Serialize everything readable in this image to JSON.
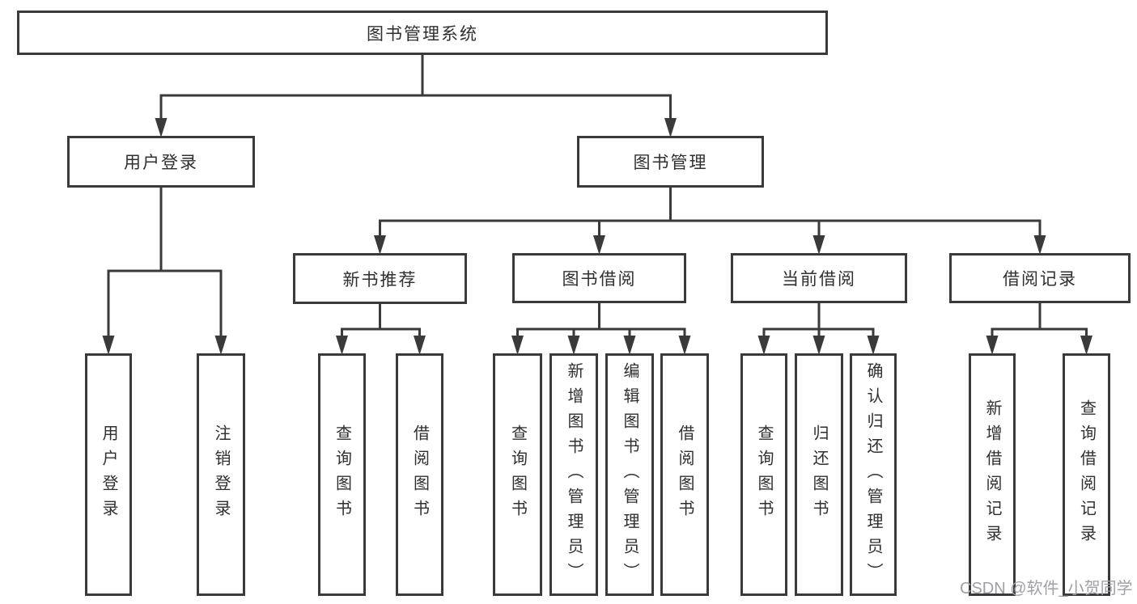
{
  "diagram": {
    "title": "图书管理系统",
    "nodes": [
      {
        "id": "root",
        "label": "图书管理系统"
      },
      {
        "id": "user-login",
        "label": "用户登录"
      },
      {
        "id": "book-mgmt",
        "label": "图书管理"
      },
      {
        "id": "new-book-rec",
        "label": "新书推荐"
      },
      {
        "id": "book-borrow",
        "label": "图书借阅"
      },
      {
        "id": "current-borrow",
        "label": "当前借阅"
      },
      {
        "id": "borrow-records",
        "label": "借阅记录"
      },
      {
        "id": "leaf-user-login",
        "label": "用户登录"
      },
      {
        "id": "leaf-logout",
        "label": "注销登录"
      },
      {
        "id": "leaf-query-book-1",
        "label": "查询图书"
      },
      {
        "id": "leaf-borrow-book-1",
        "label": "借阅图书"
      },
      {
        "id": "leaf-query-book-2",
        "label": "查询图书"
      },
      {
        "id": "leaf-add-book",
        "label": "新增图书（管理员）"
      },
      {
        "id": "leaf-edit-book",
        "label": "编辑图书（管理员）"
      },
      {
        "id": "leaf-borrow-book-2",
        "label": "借阅图书"
      },
      {
        "id": "leaf-query-book-3",
        "label": "查询图书"
      },
      {
        "id": "leaf-return-book",
        "label": "归还图书"
      },
      {
        "id": "leaf-confirm-return",
        "label": "确认归还（管理员）"
      },
      {
        "id": "leaf-add-borrow-record",
        "label": "新增借阅记录"
      },
      {
        "id": "leaf-query-borrow-record",
        "label": "查询借阅记录"
      }
    ],
    "edges": [
      {
        "from": "root",
        "to": [
          "user-login",
          "book-mgmt"
        ]
      },
      {
        "from": "user-login",
        "to": [
          "leaf-user-login",
          "leaf-logout"
        ]
      },
      {
        "from": "book-mgmt",
        "to": [
          "new-book-rec",
          "book-borrow",
          "current-borrow",
          "borrow-records"
        ]
      },
      {
        "from": "new-book-rec",
        "to": [
          "leaf-query-book-1",
          "leaf-borrow-book-1"
        ]
      },
      {
        "from": "book-borrow",
        "to": [
          "leaf-query-book-2",
          "leaf-add-book",
          "leaf-edit-book",
          "leaf-borrow-book-2"
        ]
      },
      {
        "from": "current-borrow",
        "to": [
          "leaf-query-book-3",
          "leaf-return-book",
          "leaf-confirm-return"
        ]
      },
      {
        "from": "borrow-records",
        "to": [
          "leaf-add-borrow-record",
          "leaf-query-borrow-record"
        ]
      }
    ]
  },
  "watermark": {
    "text": "CSDN @软件_小贺同学",
    "color": "#9fa0a4"
  },
  "colors": {
    "line": "#3a3a3a",
    "text": "#2f2f2f",
    "background": "#ffffff"
  }
}
